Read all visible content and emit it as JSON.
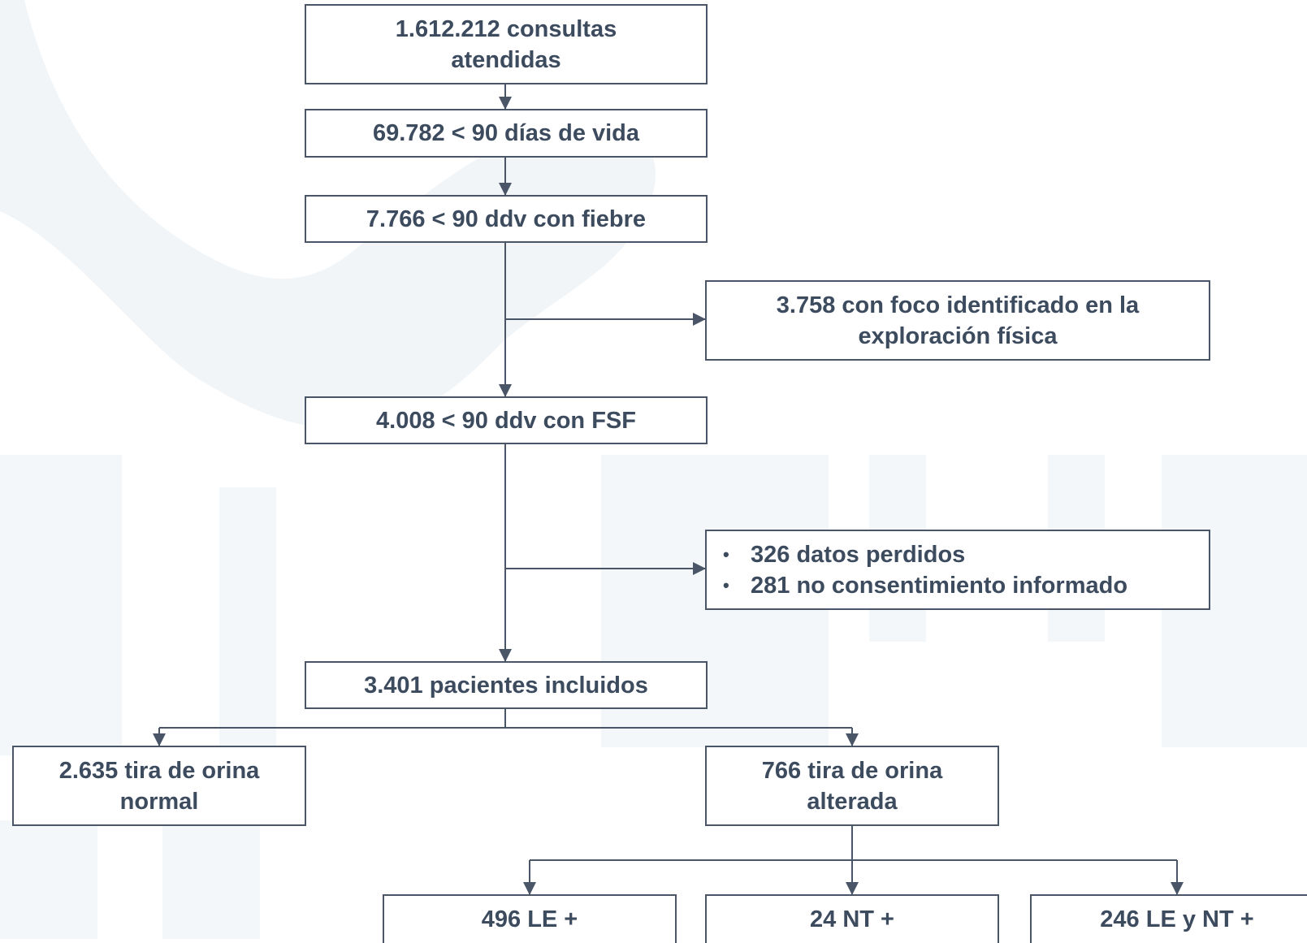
{
  "flowchart": {
    "total_consultas": "1.612.212 consultas atendidas",
    "menores_90": "69.782 < 90 días de vida",
    "con_fiebre": "7.766 < 90 ddv con fiebre",
    "excluidos_foco": "3.758 con foco identificado en la exploración física",
    "fsf": "4.008 < 90 ddv con FSF",
    "excluidos_otros": [
      "326 datos perdidos",
      "281 no consentimiento informado"
    ],
    "incluidos": "3.401 pacientes incluidos",
    "tira_normal": "2.635 tira de orina normal",
    "tira_alterada": "766 tira de orina alterada",
    "le_pos": "496 LE +",
    "nt_pos": "24 NT +",
    "le_nt_pos": "246 LE y NT +"
  },
  "colors": {
    "border": "#4a5568",
    "text": "#3d4b5f",
    "watermark": "#eef3f6"
  }
}
